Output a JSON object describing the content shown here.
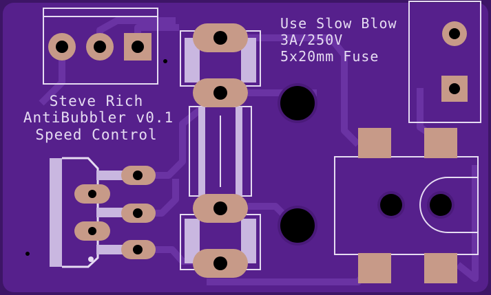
{
  "board": {
    "label_lines": [
      "Steve Rich",
      "AntiBubbler v0.1",
      "Speed Control"
    ],
    "fuse_lines": [
      "Use Slow Blow",
      "3A/250V",
      "5x20mm Fuse"
    ]
  },
  "colors": {
    "board": "#56208c",
    "board_edge": "#3d1566",
    "trace": "#5e2a95",
    "silk": "#e6dcf2",
    "pad": "#c79a88",
    "hole": "#000000"
  },
  "icons": {
    "terminal_block": "screw-terminal-icon",
    "fuse_holder": "fuse-holder-icon",
    "potentiometer": "potentiometer-icon",
    "relay": "relay-icon"
  }
}
